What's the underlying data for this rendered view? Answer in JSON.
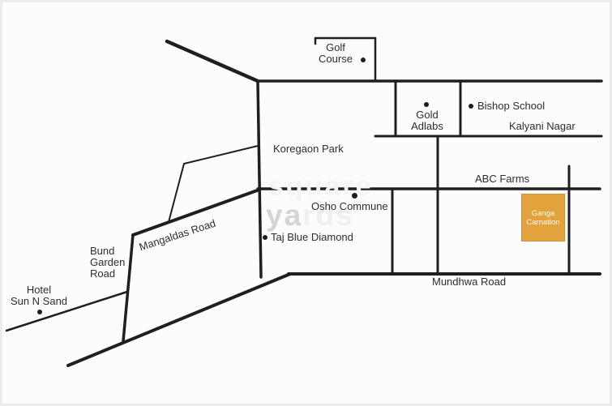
{
  "map": {
    "colors": {
      "background": "#fcfcfc",
      "road": "#1f1f1f",
      "label_text": "#2d2d2d",
      "watermark": "#d5d5d2",
      "highlight_background": "#e2a33c",
      "highlight_text": "#ffffff",
      "frame_border": "#ebebeb"
    },
    "watermark": {
      "line1": "square",
      "line2_visible": "ya",
      "line2_faint": "rds"
    },
    "areas": {
      "koregaon_park": "Koregaon Park",
      "kalyani_nagar": "Kalyani Nagar"
    },
    "roads": {
      "mangaldas": "Mangaldas Road",
      "mundhwa": "Mundhwa Road",
      "bund_garden": [
        "Bund",
        "Garden",
        "Road"
      ]
    },
    "landmarks": {
      "golf_course": [
        "Golf",
        "Course"
      ],
      "gold_adlabs": [
        "Gold",
        "Adlabs"
      ],
      "bishop_school": "Bishop School",
      "abc_farms": "ABC Farms",
      "osho_commune": "Osho Commune",
      "taj_blue_diamond": "Taj Blue Diamond",
      "hotel_sun_n_sand": [
        "Hotel",
        "Sun N Sand"
      ]
    },
    "highlight": {
      "name": [
        "Ganga",
        "Carnation"
      ]
    }
  }
}
